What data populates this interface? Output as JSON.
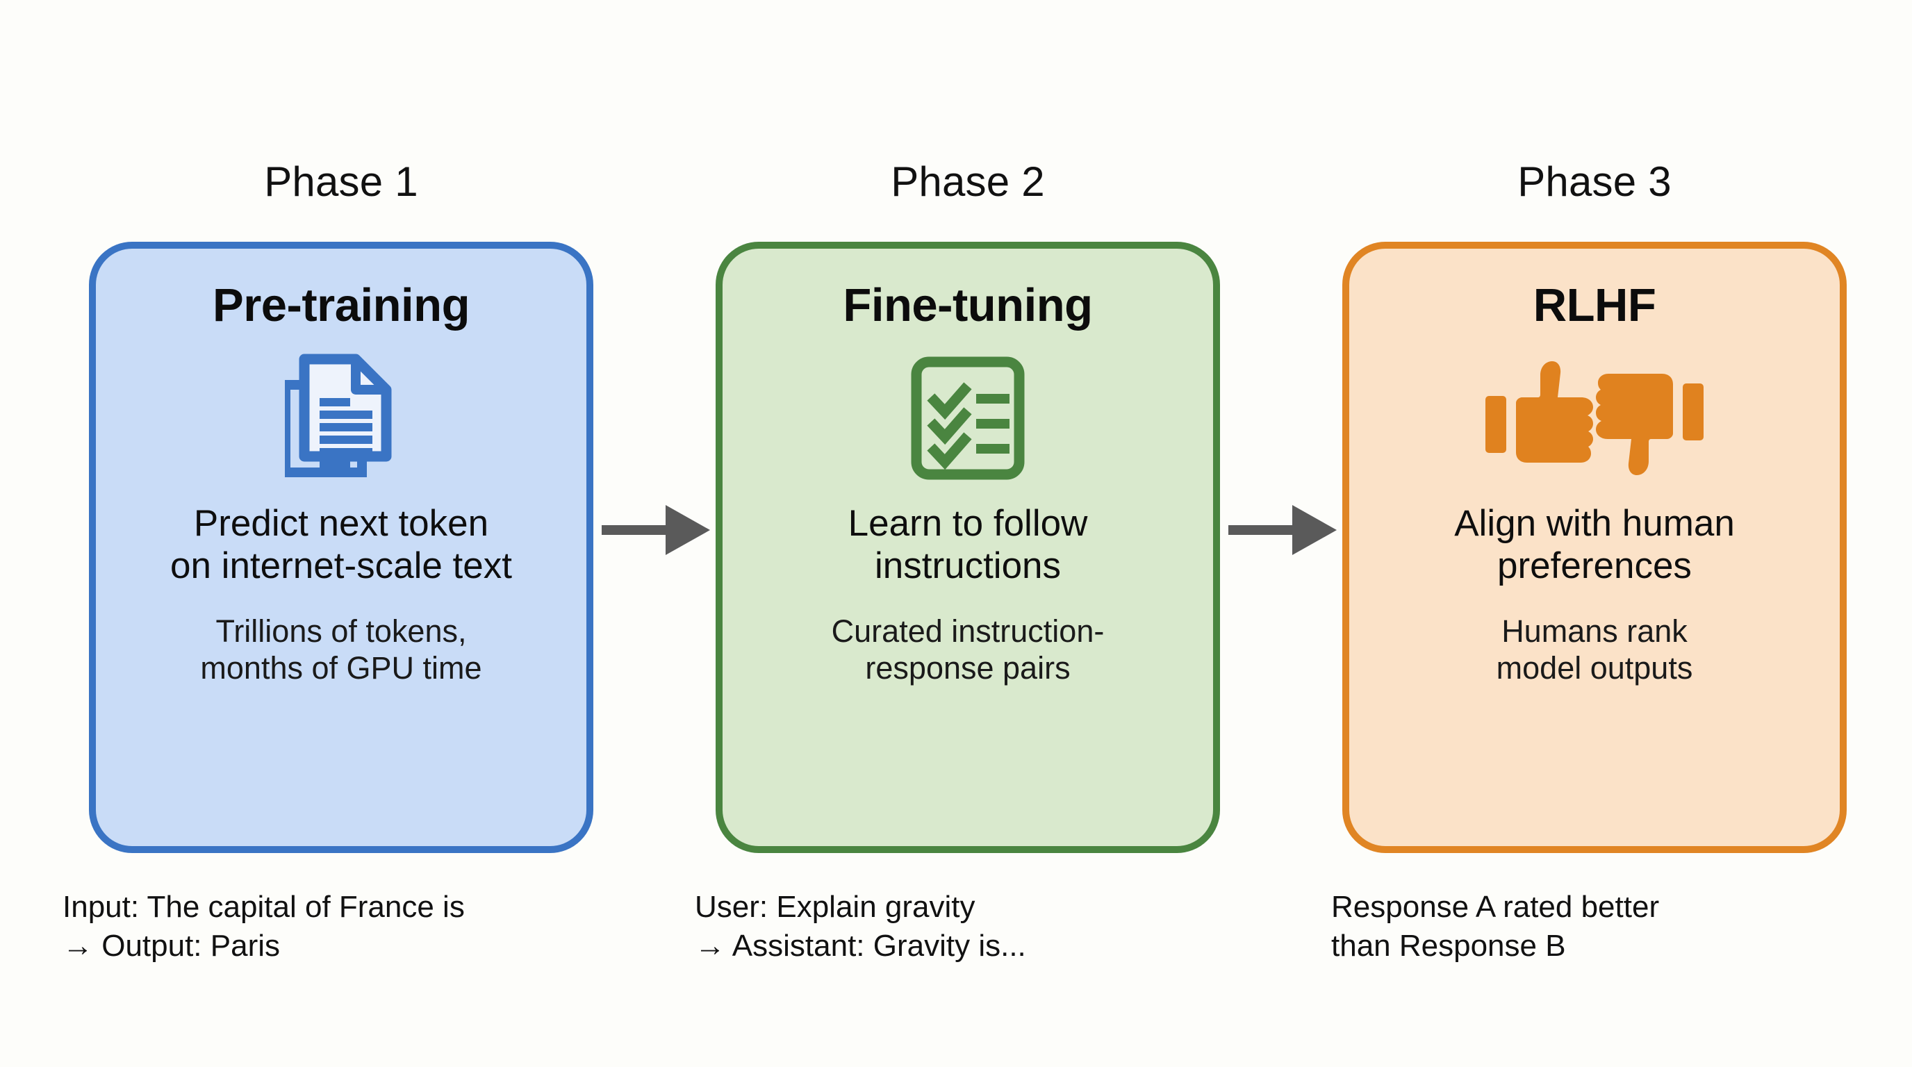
{
  "diagram": {
    "background_color": "#fdfdfa",
    "arrow_color": "#5a5a5a",
    "arrow_1_name": "arrow-phase1-to-phase2",
    "arrow_2_name": "arrow-phase2-to-phase3"
  },
  "phases": [
    {
      "label": "Phase 1",
      "title": "Pre-training",
      "icon": "document-stack-icon",
      "main_line_1": "Predict next token",
      "main_line_2": "on internet-scale text",
      "sub_line_1": "Trillions of tokens,",
      "sub_line_2": "months of GPU time",
      "caption_line_1": "Input: The capital of France is",
      "caption_line_2": "→ Output: Paris",
      "fill_color": "#c9dcf7",
      "border_color": "#3a74c4",
      "icon_color": "#3a74c4"
    },
    {
      "label": "Phase 2",
      "title": "Fine-tuning",
      "icon": "checklist-icon",
      "main_line_1": "Learn to follow",
      "main_line_2": "instructions",
      "sub_line_1": "Curated instruction-",
      "sub_line_2": "response pairs",
      "caption_line_1": "User: Explain gravity",
      "caption_line_2": "→ Assistant: Gravity is...",
      "fill_color": "#d9e9cd",
      "border_color": "#4a8540",
      "icon_color": "#4a8540"
    },
    {
      "label": "Phase 3",
      "title": "RLHF",
      "icon": "thumbs-up-down-icon",
      "main_line_1": "Align with human",
      "main_line_2": "preferences",
      "sub_line_1": "Humans rank",
      "sub_line_2": "model outputs",
      "caption_line_1": "Response A rated better",
      "caption_line_2": "than Response B",
      "fill_color": "#fbe2c8",
      "border_color": "#e08524",
      "icon_color": "#e0821f"
    }
  ]
}
